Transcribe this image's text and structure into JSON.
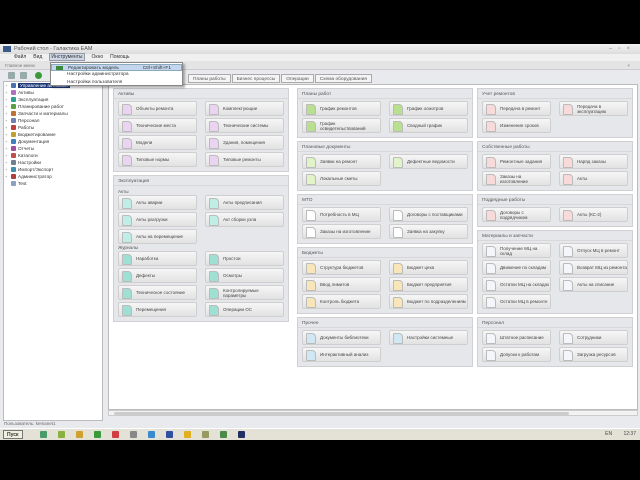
{
  "window": {
    "title": "Рабочий стол - Галактика EAM"
  },
  "menu": [
    "Файл",
    "Вид",
    "Инструменты",
    "Окно",
    "Помощь"
  ],
  "panel_header": "Главное меню",
  "dropdown": [
    {
      "label": "Редактировать модель",
      "shortcut": "Ctrl+Shift+F1"
    },
    {
      "label": "Настройки администратора"
    },
    {
      "label": "Настройки пользователя"
    }
  ],
  "tree": [
    {
      "label": "Управление активами",
      "color": "#4a6fb0",
      "selected": true
    },
    {
      "label": "Активы",
      "color": "#b070c0"
    },
    {
      "label": "Эксплуатация",
      "color": "#30a090"
    },
    {
      "label": "Планирование работ",
      "color": "#5aa040"
    },
    {
      "label": "Запчасти и материалы",
      "color": "#c07030"
    },
    {
      "label": "Персонал",
      "color": "#7080b0"
    },
    {
      "label": "Работы",
      "color": "#c04040"
    },
    {
      "label": "Бюджетирование",
      "color": "#c0a030"
    },
    {
      "label": "Документация",
      "color": "#4080c0"
    },
    {
      "label": "Отчеты",
      "color": "#a050a0"
    },
    {
      "label": "Каталоги",
      "color": "#c05050"
    },
    {
      "label": "Настройки",
      "color": "#708090"
    },
    {
      "label": "Импорт/Экспорт",
      "color": "#4090b0"
    },
    {
      "label": "Администратор",
      "color": "#b04040"
    },
    {
      "label": "Test",
      "color": "#8aa0c0"
    }
  ],
  "tabs": [
    "Планы работы",
    "Бизнес процессы",
    "Операции",
    "Схема оборудования"
  ],
  "columns": [
    [
      {
        "title": "Активы",
        "groups": [
          {
            "sub": "",
            "color": "#ead4f2",
            "items": [
              "Объекты ремонта",
              "Комплектующие",
              "Технические места",
              "Технические системы",
              "Модели",
              "Здания, помещения",
              "Типовые нормы",
              "Типовые ремонты"
            ]
          }
        ]
      },
      {
        "title": "Эксплуатация",
        "groups": [
          {
            "sub": "Акты",
            "color": "#bfeee6",
            "items": [
              "Акты аварии",
              "Акты предписания",
              "Акты разгрузки",
              "Акт сборки узла",
              "Акты на перемещение"
            ]
          },
          {
            "sub": "Журналы",
            "color": "#9fe0d4",
            "items": [
              "Наработка",
              "Простои",
              "Дефекты",
              "Осмотры",
              "Техническое состояние",
              "Контролируемые параметры",
              "Перемещения",
              "Операции ОС"
            ]
          }
        ]
      }
    ],
    [
      {
        "title": "Планы работ",
        "groups": [
          {
            "sub": "",
            "color": "#b8e090",
            "items": [
              "График ремонтов",
              "График осмотров",
              "График освидетельствований",
              "Сводный график"
            ]
          }
        ]
      },
      {
        "title": "Плановые документы",
        "groups": [
          {
            "sub": "",
            "color": "#e0f4c8",
            "items": [
              "Заявки на ремонт",
              "Дефектные ведомости",
              "Локальные сметы"
            ]
          }
        ]
      },
      {
        "title": "МТО",
        "groups": [
          {
            "sub": "",
            "color": "#ffffff",
            "items": [
              "Потребность в МЦ",
              "Договоры с поставщиками",
              "Заказы на изготовление",
              "Заявка на закупку"
            ]
          }
        ]
      },
      {
        "title": "Бюджеты",
        "groups": [
          {
            "sub": "",
            "color": "#f8e6b8",
            "items": [
              "Структура бюджетов",
              "Бюджет цеха",
              "Ввод лимитов",
              "Бюджет предприятия",
              "Контроль бюджета",
              "Бюджет по подразделениям"
            ]
          }
        ]
      },
      {
        "title": "Прочее",
        "groups": [
          {
            "sub": "",
            "color": "#cfe8f4",
            "items": [
              "Документы библиотеки",
              "Настройки системные",
              "Интерактивный анализ"
            ]
          }
        ]
      }
    ],
    [
      {
        "title": "Учет ремонтов",
        "groups": [
          {
            "sub": "",
            "color": "#f8dada",
            "items": [
              "Передача в ремонт",
              "Передача в эксплуатацию",
              "Изменение сроков"
            ]
          }
        ]
      },
      {
        "title": "Собственные работы",
        "groups": [
          {
            "sub": "",
            "color": "#f8dada",
            "items": [
              "Ремонтные задания",
              "Наряд заказы",
              "Заказы на изготовление",
              "Акты"
            ]
          }
        ]
      },
      {
        "title": "Подрядные работы",
        "groups": [
          {
            "sub": "",
            "color": "#f8dada",
            "items": [
              "Договоры с подрядчиком",
              "Акты (КС-2)"
            ]
          }
        ]
      },
      {
        "title": "Материалы и запчасти",
        "groups": [
          {
            "sub": "",
            "color": "#f4f6fb",
            "items": [
              "Получение МЦ на склад",
              "Отпуск МЦ в ремонт",
              "Движение по складам",
              "Возврат МЦ из ремонта",
              "Остатки МЦ на складах",
              "Акты на списание",
              "Остатки МЦ в ремонте"
            ]
          }
        ]
      },
      {
        "title": "Персонал",
        "groups": [
          {
            "sub": "",
            "color": "#f4f6fb",
            "items": [
              "Штатное расписание",
              "Сотрудники",
              "Допуски к работам",
              "Загрузка ресурсов"
            ]
          }
        ]
      }
    ]
  ],
  "status": "Пользователь: kemanet1",
  "taskbar": {
    "start": "Пуск",
    "lang": "EN",
    "clock": "12:37"
  }
}
